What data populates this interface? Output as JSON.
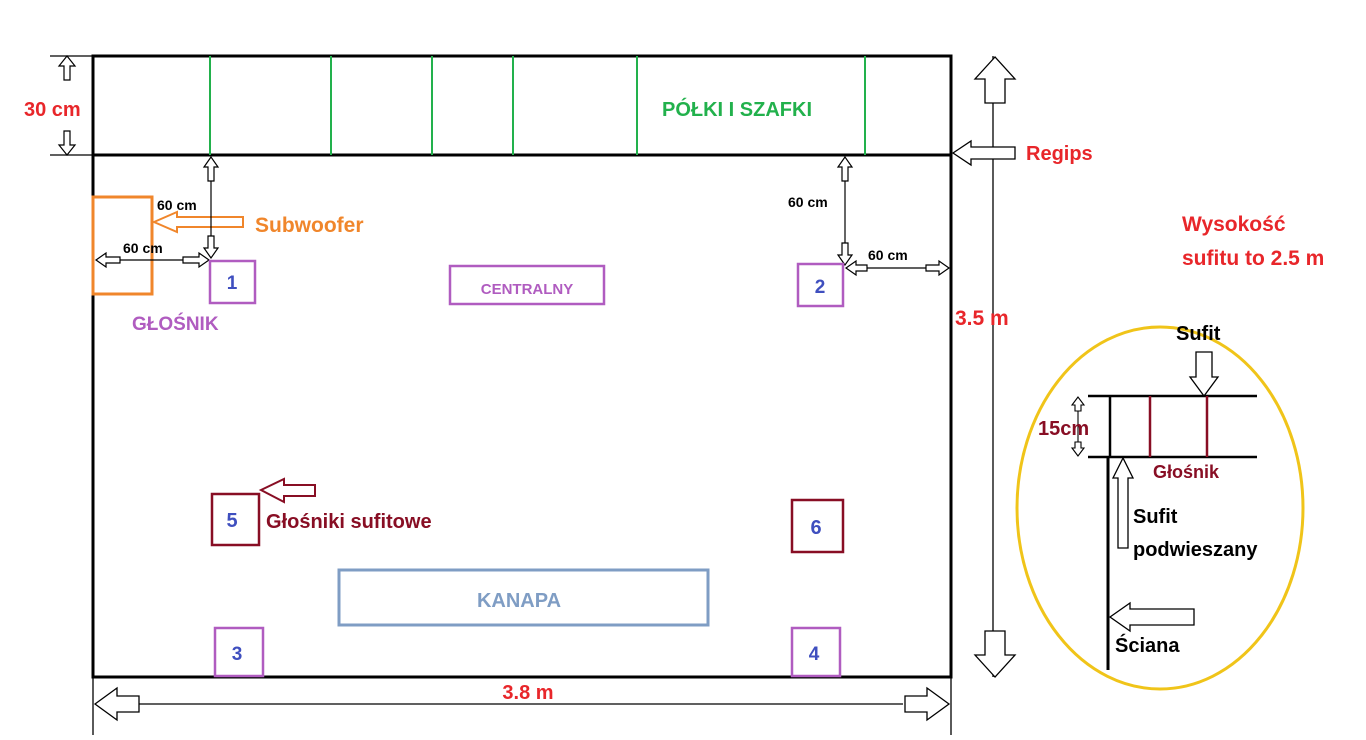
{
  "colors": {
    "red": "#e8262a",
    "green": "#22b14c",
    "orange": "#f0862b",
    "purple": "#b05cc0",
    "blue": "#3f4fbf",
    "maroon": "#880e24",
    "steel": "#7f9dc4",
    "gold": "#f0c419",
    "black": "#000000"
  },
  "room": {
    "width_label": "3.8 m",
    "depth_label": "3.5 m",
    "shelf_depth_label": "30 cm",
    "shelves_label": "PÓŁKI I SZAFKI",
    "regips_label": "Regips",
    "ceiling_height_line1": "Wysokość",
    "ceiling_height_line2": "sufitu to 2.5 m"
  },
  "speakers": {
    "front_left": "1",
    "front_right": "2",
    "rear_left": "3",
    "rear_right": "4",
    "ceiling_left": "5",
    "ceiling_right": "6",
    "center": "CENTRALNY",
    "speaker_label": "GŁOŚNIK",
    "ceiling_label": "Głośniki sufitowe"
  },
  "subwoofer": {
    "label": "Subwoofer",
    "gap_top": "60 cm",
    "gap_side": "60 cm"
  },
  "front_right_gaps": {
    "from_wall": "60 cm",
    "from_side": "60 cm"
  },
  "sofa": {
    "label": "KANAPA"
  },
  "detail": {
    "ceiling": "Sufit",
    "gap": "15cm",
    "speaker": "Głośnik",
    "suspended_line1": "Sufit",
    "suspended_line2": "podwieszany",
    "wall": "Ściana"
  }
}
